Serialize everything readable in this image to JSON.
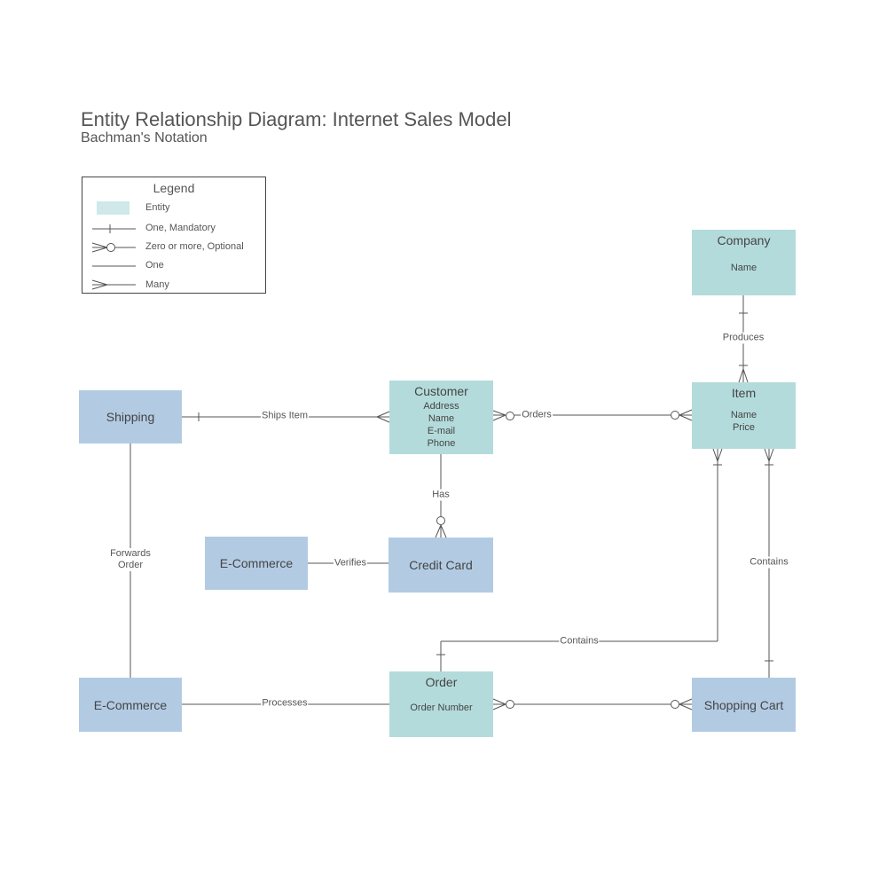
{
  "title": "Entity Relationship Diagram: Internet Sales Model",
  "subtitle": "Bachman's Notation",
  "legend": {
    "title": "Legend",
    "entity": "Entity",
    "one_mandatory": "One, Mandatory",
    "zero_more_optional": "Zero or more, Optional",
    "one": "One",
    "many": "Many"
  },
  "colors": {
    "entity_teal": "#b4dbdb",
    "entity_blue": "#b2cbe3",
    "legend_swatch": "#cfe8ea",
    "line": "#555555"
  },
  "entities": {
    "company": {
      "name": "Company",
      "attrs": [
        "Name"
      ]
    },
    "customer": {
      "name": "Customer",
      "attrs": [
        "Address",
        "Name",
        "E-mail",
        "Phone"
      ]
    },
    "item": {
      "name": "Item",
      "attrs": [
        "Name",
        "Price"
      ]
    },
    "shipping": {
      "name": "Shipping"
    },
    "ecommerce_top": {
      "name": "E-Commerce"
    },
    "credit_card": {
      "name": "Credit Card"
    },
    "ecommerce_bottom": {
      "name": "E-Commerce"
    },
    "order": {
      "name": "Order",
      "attrs": [
        "Order Number"
      ]
    },
    "shopping_cart": {
      "name": "Shopping Cart"
    }
  },
  "relationships": {
    "produces": "Produces",
    "ships_item": "Ships Item",
    "orders": "Orders",
    "has": "Has",
    "verifies": "Verifies",
    "forwards_order": "Forwards\nOrder",
    "contains_item_order": "Contains",
    "contains_cart_item": "Contains",
    "processes": "Processes"
  }
}
